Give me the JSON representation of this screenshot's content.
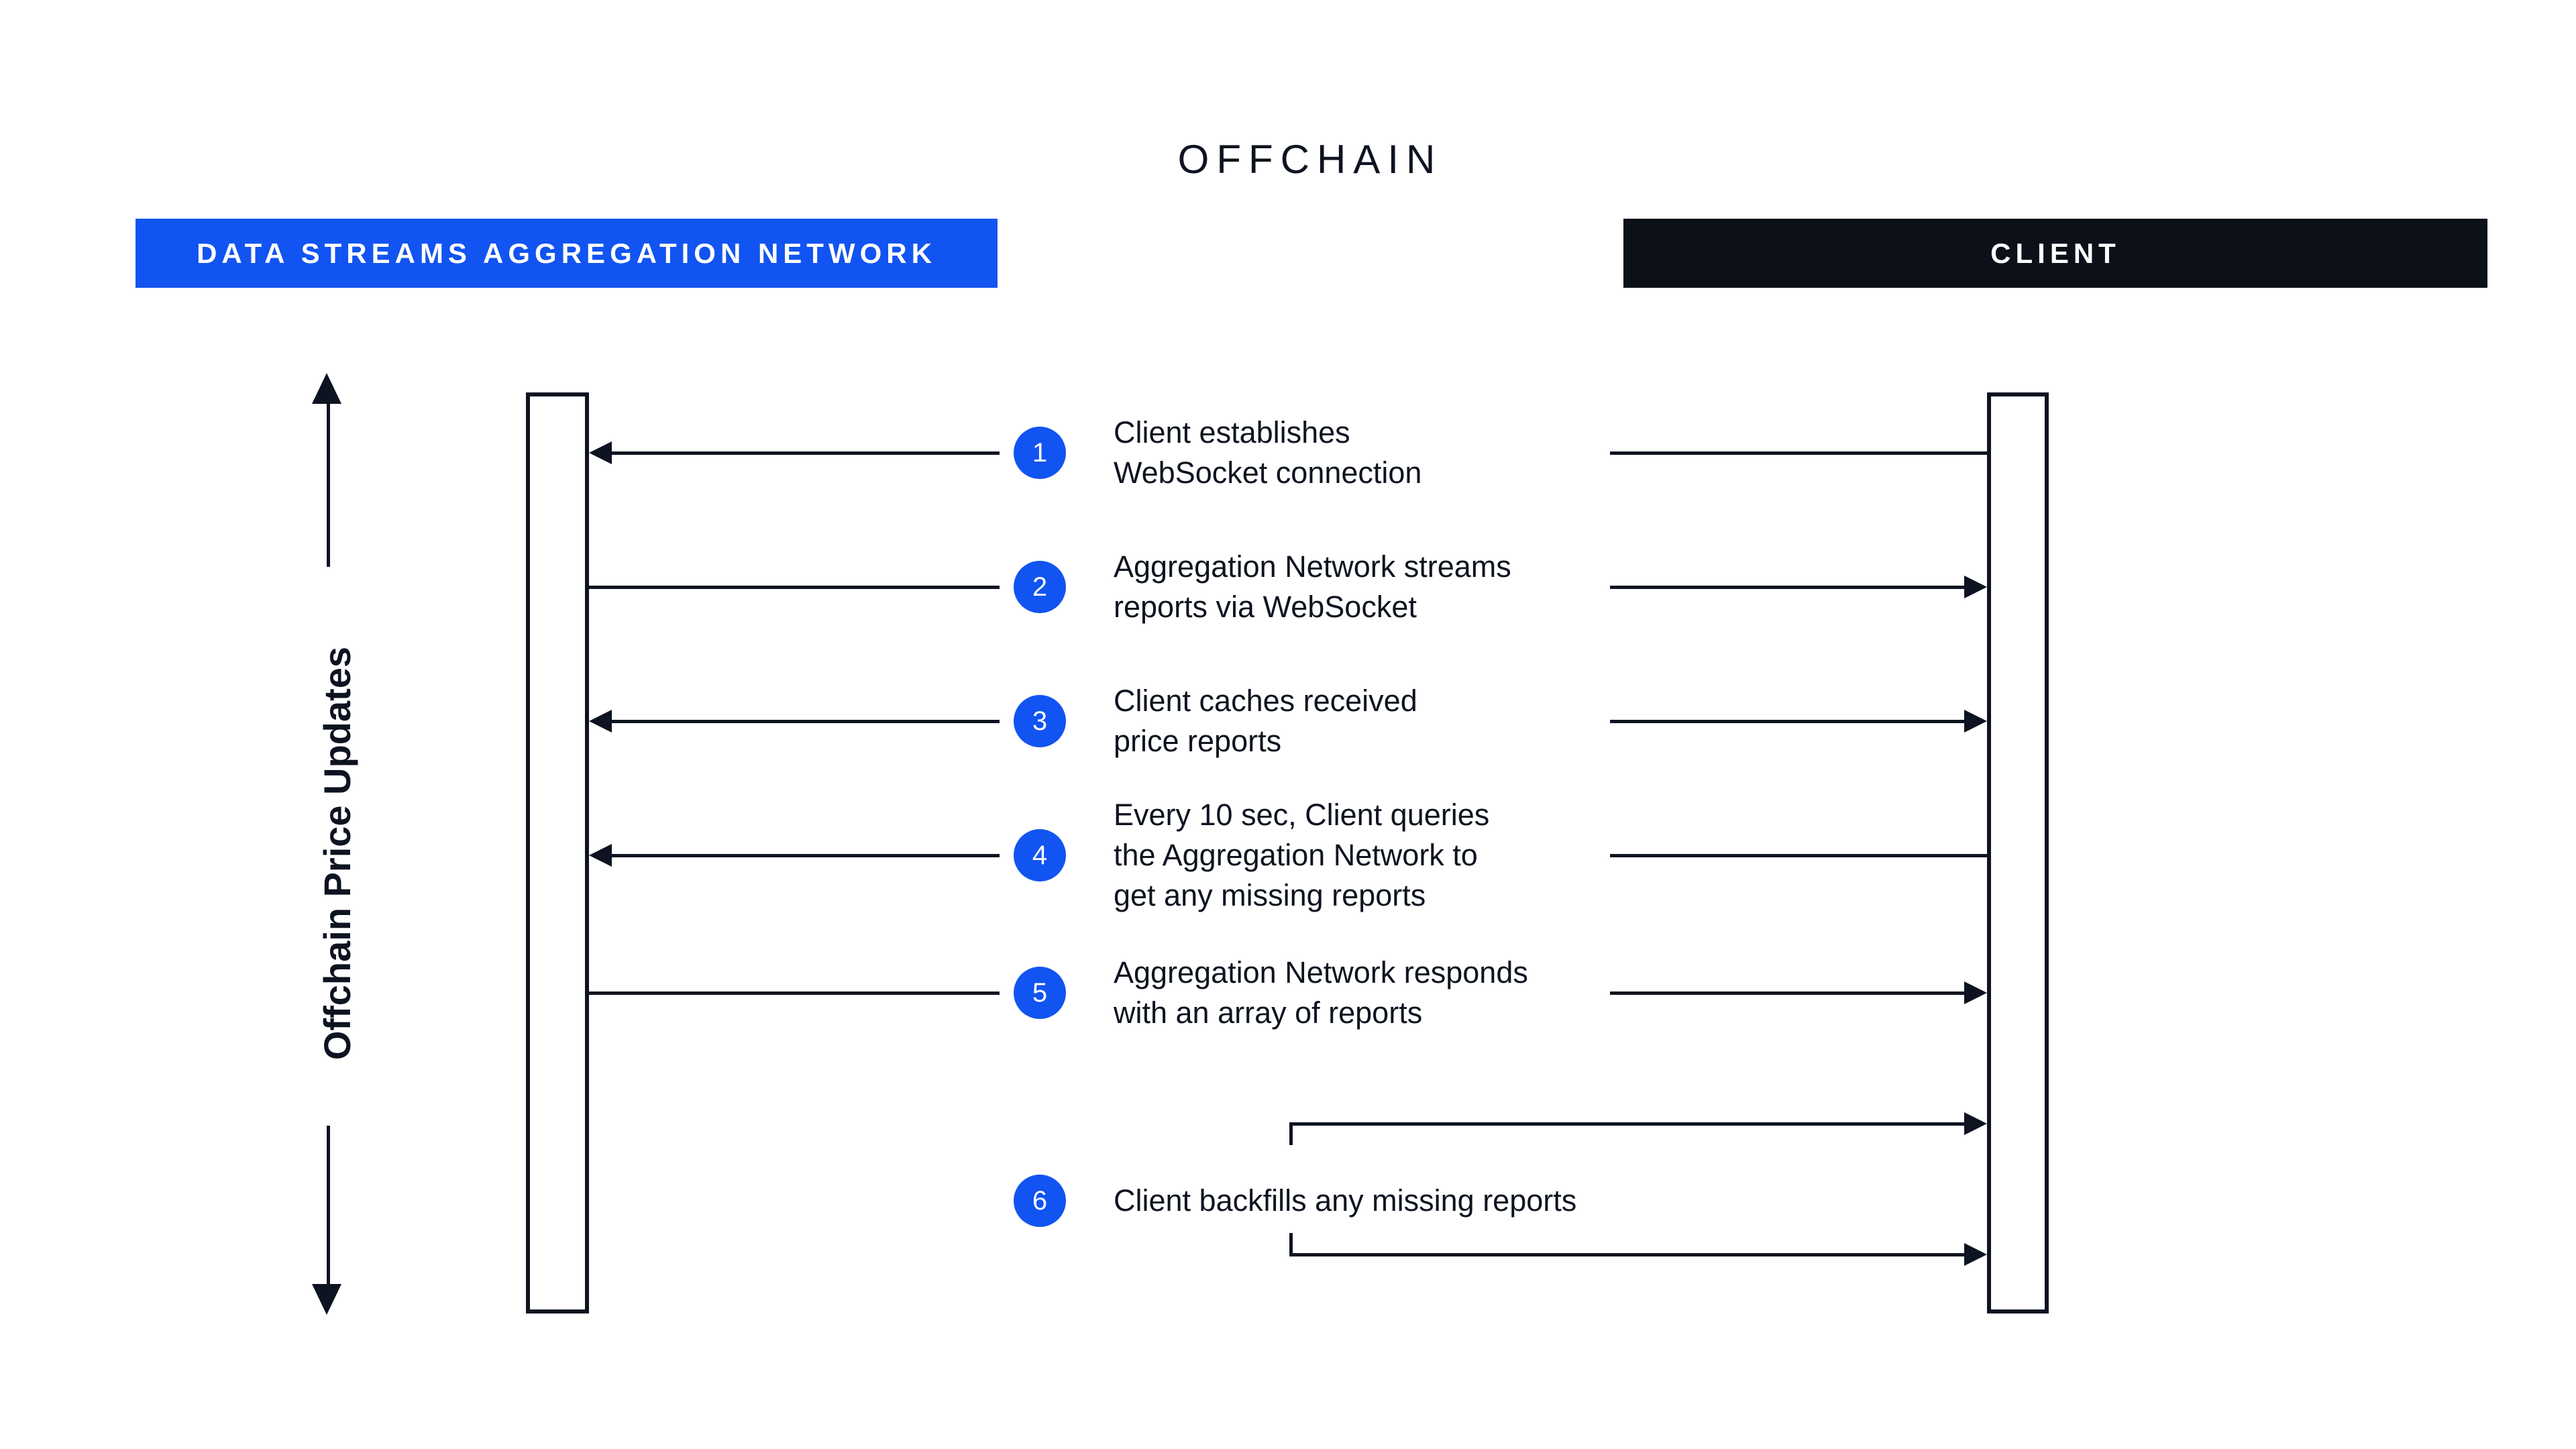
{
  "title": "OFFCHAIN",
  "colors": {
    "blue": "#1254f1",
    "ink": "#0d1320",
    "client_banner": "#0c1019"
  },
  "banners": {
    "aggregation": "DATA STREAMS AGGREGATION NETWORK",
    "client": "CLIENT"
  },
  "axis": {
    "label": "Offchain Price Updates"
  },
  "steps": [
    {
      "num": "1",
      "lines": [
        "Client establishes",
        "WebSocket connection"
      ]
    },
    {
      "num": "2",
      "lines": [
        "Aggregation Network streams",
        "reports via WebSocket"
      ]
    },
    {
      "num": "3",
      "lines": [
        "Client caches received",
        "price reports"
      ]
    },
    {
      "num": "4",
      "lines": [
        "Every 10 sec, Client queries",
        "the Aggregation Network to",
        "get any missing reports"
      ]
    },
    {
      "num": "5",
      "lines": [
        "Aggregation Network responds",
        "with an array of reports"
      ]
    },
    {
      "num": "6",
      "lines": [
        "Client backfills any missing reports"
      ]
    }
  ]
}
